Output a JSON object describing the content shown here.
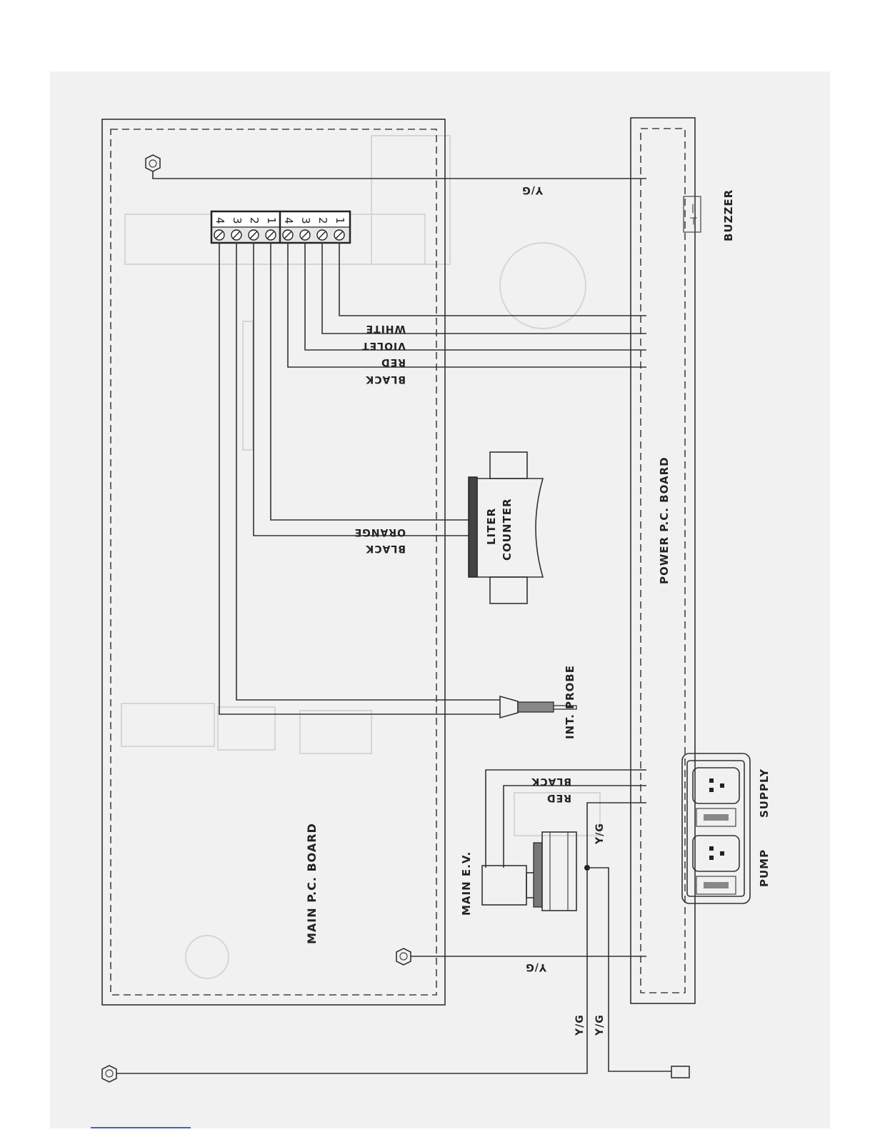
{
  "labels": {
    "main_board": "MAIN P.C. BOARD",
    "power_board": "POWER P.C. BOARD",
    "buzzer": "BUZZER",
    "liter_counter_line1": "LITER",
    "liter_counter_line2": "COUNTER",
    "int_probe": "INT. PROBE",
    "main_ev": "MAIN E.V.",
    "pump": "PUMP",
    "supply": "SUPPLY",
    "yg": "Y/G"
  },
  "wire_colors": {
    "white": "WHITE",
    "violet": "VIOLET",
    "red": "RED",
    "black": "BLACK",
    "orange": "ORANGE"
  },
  "terminals": {
    "left_block": [
      "4",
      "3",
      "2",
      "1"
    ],
    "right_block": [
      "4",
      "3",
      "2",
      "1"
    ]
  },
  "buzzer_symbol": "— ⊢",
  "colors": {
    "paper": "#f1f1f1",
    "ink": "#333333"
  }
}
